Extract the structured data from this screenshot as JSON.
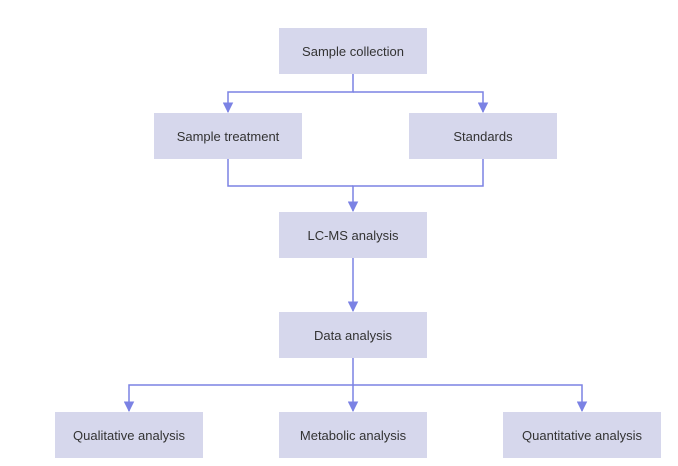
{
  "colors": {
    "node_fill": "#d6d7ec",
    "connector": "#7b82e4",
    "text": "#333333"
  },
  "nodes": {
    "sample_collection": "Sample collection",
    "sample_treatment": "Sample treatment",
    "standards": "Standards",
    "lcms_analysis": "LC-MS analysis",
    "data_analysis": "Data analysis",
    "qualitative_analysis": "Qualitative analysis",
    "metabolic_analysis": "Metabolic analysis",
    "quantitative_analysis": "Quantitative analysis"
  },
  "edges": [
    {
      "from": "sample_collection",
      "to": "sample_treatment"
    },
    {
      "from": "sample_collection",
      "to": "standards"
    },
    {
      "from": "sample_treatment",
      "to": "lcms_analysis"
    },
    {
      "from": "standards",
      "to": "lcms_analysis"
    },
    {
      "from": "lcms_analysis",
      "to": "data_analysis"
    },
    {
      "from": "data_analysis",
      "to": "qualitative_analysis"
    },
    {
      "from": "data_analysis",
      "to": "metabolic_analysis"
    },
    {
      "from": "data_analysis",
      "to": "quantitative_analysis"
    }
  ]
}
